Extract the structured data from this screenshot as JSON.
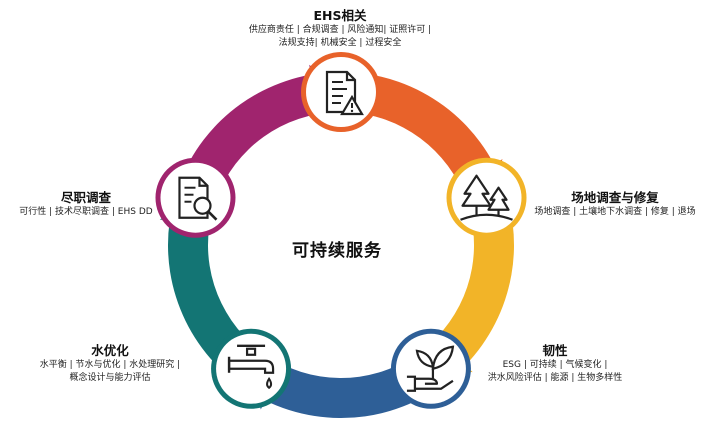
{
  "center": {
    "title": "可持续服务"
  },
  "segments": [
    {
      "id": "ehs",
      "color": "#e8622a",
      "icon": "document-warning-icon",
      "title": "EHS相关",
      "lines": [
        "供应商责任 | 合规调查 | 风险通知| 证照许可 |",
        "法规支持| 机械安全 | 过程安全"
      ]
    },
    {
      "id": "site",
      "color": "#f2b428",
      "icon": "trees-icon",
      "title": "场地调查与修复",
      "lines": [
        "场地调查 | 土壤地下水调查 | 修复 | 退场"
      ]
    },
    {
      "id": "resilience",
      "color": "#2e5f97",
      "icon": "hand-plant-icon",
      "title": "韧性",
      "lines": [
        "ESG | 可持续 | 气候变化 |",
        "洪水风险评估 | 能源 | 生物多样性"
      ]
    },
    {
      "id": "water",
      "color": "#137574",
      "icon": "water-tap-icon",
      "title": "水优化",
      "lines": [
        "水平衡 | 节水与优化 | 水处理研究 |",
        "概念设计与能力评估"
      ]
    },
    {
      "id": "dd",
      "color": "#a0246e",
      "icon": "document-search-icon",
      "title": "尽职调查",
      "lines": [
        "可行性 | 技术尽职调查 | EHS DD"
      ]
    }
  ]
}
